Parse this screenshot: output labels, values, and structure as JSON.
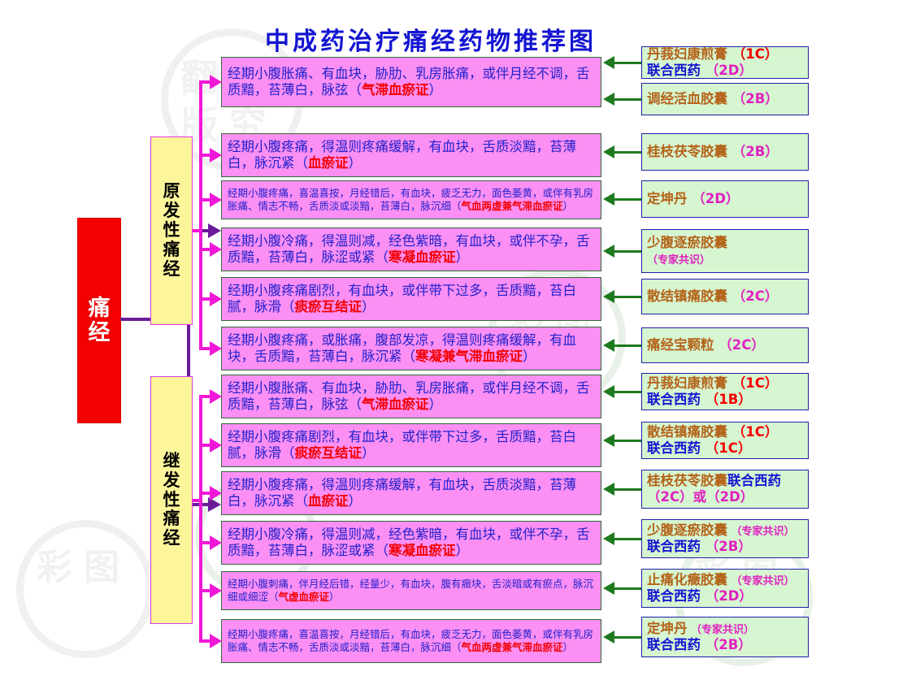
{
  "title": "中成药治疗痛经药物推荐图",
  "root": {
    "label": "痛经"
  },
  "categories": [
    {
      "id": "primary",
      "label": "原发性痛经"
    },
    {
      "id": "secondary",
      "label": "继发性痛经"
    }
  ],
  "rows": [
    {
      "size": "big",
      "symptom_pre": "经期小腹胀痛、有血块，胁肋、乳房胀痛，或伴月经不调，舌质黯，苔薄白，脉弦（",
      "symptom_hl": "气滞血瘀证",
      "symptom_post": "）",
      "drugs": [
        {
          "name": "丹莪妇康煎膏",
          "grade": "（1C）",
          "grade_color": "red",
          "west": "联合西药",
          "west_grade": "（2D）"
        },
        {
          "name": "调经活血胶囊",
          "grade": "（2B）"
        }
      ]
    },
    {
      "size": "big",
      "symptom_pre": "经期小腹疼痛，得温则疼痛缓解，有血块，舌质淡黯，苔薄白，脉沉紧（",
      "symptom_hl": "血瘀证",
      "symptom_post": "）",
      "drugs": [
        {
          "name": "桂枝茯苓胶囊",
          "grade": "（2B）"
        }
      ]
    },
    {
      "size": "small",
      "symptom_pre": "经期小腹疼痛，喜温喜按，月经错后，有血块，疲乏无力，面色萎黄，或伴有乳房胀痛、情志不畅，舌质淡或淡黯，苔薄白，脉沉细（",
      "symptom_hl": "气血两虚兼气滞血瘀证",
      "symptom_post": "）",
      "drugs": [
        {
          "name": "定坤丹",
          "grade": "（2D）"
        }
      ]
    },
    {
      "size": "big",
      "symptom_pre": "经期小腹冷痛，得温则减，经色紫暗，有血块，或伴不孕，舌质黯，苔薄白，脉涩或紧（",
      "symptom_hl": "寒凝血瘀证",
      "symptom_post": "）",
      "drugs": [
        {
          "name": "少腹逐瘀胶囊",
          "grade": "（专家共识）",
          "grade_small": true,
          "grade_newline": true
        }
      ]
    },
    {
      "size": "big",
      "symptom_pre": "经期小腹疼痛剧烈，有血块，或伴带下过多，舌质黯，苔白腻，脉滑（",
      "symptom_hl": "痰瘀互结证",
      "symptom_post": "）",
      "drugs": [
        {
          "name": "散结镇痛胶囊",
          "grade": "（2C）"
        }
      ]
    },
    {
      "size": "big",
      "symptom_pre": "经期小腹疼痛，或胀痛，腹部发凉，得温则疼痛缓解，有血块，舌质黯，苔薄白，脉沉紧（",
      "symptom_hl": "寒凝兼气滞血瘀证",
      "symptom_post": "）",
      "drugs": [
        {
          "name": "痛经宝颗粒",
          "grade": "（2C）"
        }
      ]
    },
    {
      "size": "big",
      "symptom_pre": "经期小腹胀痛、有血块，胁肋、乳房胀痛，或伴月经不调，舌质黯，苔薄白，脉弦（",
      "symptom_hl": "气滞血瘀证",
      "symptom_post": "）",
      "drugs": [
        {
          "name": "丹莪妇康煎膏",
          "grade": "（1C）",
          "grade_color": "red",
          "west": "联合西药",
          "west_grade": "（1B）",
          "west_grade_color": "red"
        }
      ]
    },
    {
      "size": "big",
      "symptom_pre": "经期小腹疼痛剧烈，有血块，或伴带下过多，舌质黯，苔白腻，脉滑（",
      "symptom_hl": "痰瘀互结证",
      "symptom_post": "）",
      "drugs": [
        {
          "name": "散结镇痛胶囊",
          "grade": "（1C）",
          "grade_color": "red",
          "west": "联合西药",
          "west_grade": "（1C）",
          "west_grade_color": "red"
        }
      ]
    },
    {
      "size": "big",
      "symptom_pre": "经期小腹疼痛，得温则疼痛缓解，有血块，舌质淡黯，苔薄白，脉沉紧（",
      "symptom_hl": "血瘀证",
      "symptom_post": "）",
      "drugs": [
        {
          "name": "桂枝茯苓胶囊",
          "west_inline": "联合西药",
          "grade_line": "（2C）或（2D）"
        }
      ]
    },
    {
      "size": "big",
      "symptom_pre": "经期小腹冷痛，得温则减，经色紫暗，有血块，或伴不孕，舌质黯，苔薄白，脉涩或紧（",
      "symptom_hl": "寒凝血瘀证",
      "symptom_post": "）",
      "drugs": [
        {
          "name": "少腹逐瘀胶囊",
          "grade": "（专家共识）",
          "grade_small": true,
          "west": "联合西药",
          "west_grade": "（2B）"
        }
      ]
    },
    {
      "size": "small",
      "symptom_pre": "经期小腹刺痛，伴月经后错，经量少，有血块，腹有癥块，舌淡暗或有瘀点，脉沉细或细涩（",
      "symptom_hl": "气虚血瘀证",
      "symptom_post": "）",
      "drugs": [
        {
          "name": "止痛化癥胶囊",
          "grade": "（专家共识）",
          "grade_small": true,
          "west": "联合西药",
          "west_grade": "（2D）"
        }
      ]
    },
    {
      "size": "small",
      "symptom_pre": "经期小腹疼痛，喜温喜按，月经错后，有血块，疲乏无力，面色萎黄，或伴有乳房胀痛、情志不畅，舌质淡或淡黯，苔薄白，脉沉细（",
      "symptom_hl": "气血两虚兼气滞血瘀证",
      "symptom_post": "）",
      "drugs": [
        {
          "name": "定坤丹",
          "grade": "（专家共识）",
          "grade_small": true,
          "west": "联合西药",
          "west_grade": "（2B）"
        }
      ]
    }
  ],
  "colors": {
    "title": "#1414d2",
    "root_bg": "#f40000",
    "category_bg": "#fcf59a",
    "symptom_bg": "#fb8ff4",
    "drug_bg": "#d6f5d1",
    "symptom_text": "#2222cc",
    "highlight": "#f40000",
    "drug_name": "#b4641a",
    "west_drug": "#1414d2",
    "grade_magenta": "#e020c0",
    "connector_magenta": "#f018d8",
    "connector_purple": "#6b1b9a",
    "connector_green": "#1e7a1e"
  },
  "watermark": {
    "text": "彩图"
  }
}
